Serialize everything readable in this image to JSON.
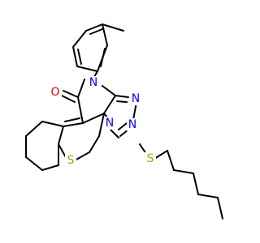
{
  "colors": {
    "background": "#ffffff",
    "bond": "#000000",
    "nitrogen": "#0000ff",
    "oxygen": "#ff0000",
    "sulfur": "#b8a000"
  },
  "atoms": {
    "n_phenyl": {
      "label": "N",
      "color_key": "nitrogen"
    },
    "o_carbonyl": {
      "label": "O",
      "color_key": "oxygen"
    },
    "n_triazole_upper": {
      "label": "N",
      "color_key": "nitrogen"
    },
    "n_triazole_lower": {
      "label": "N",
      "color_key": "nitrogen"
    },
    "n_bridgehead": {
      "label": "N",
      "color_key": "nitrogen"
    },
    "s_thiophene": {
      "label": "S",
      "color_key": "sulfur"
    },
    "s_thioether": {
      "label": "S",
      "color_key": "sulfur"
    }
  }
}
